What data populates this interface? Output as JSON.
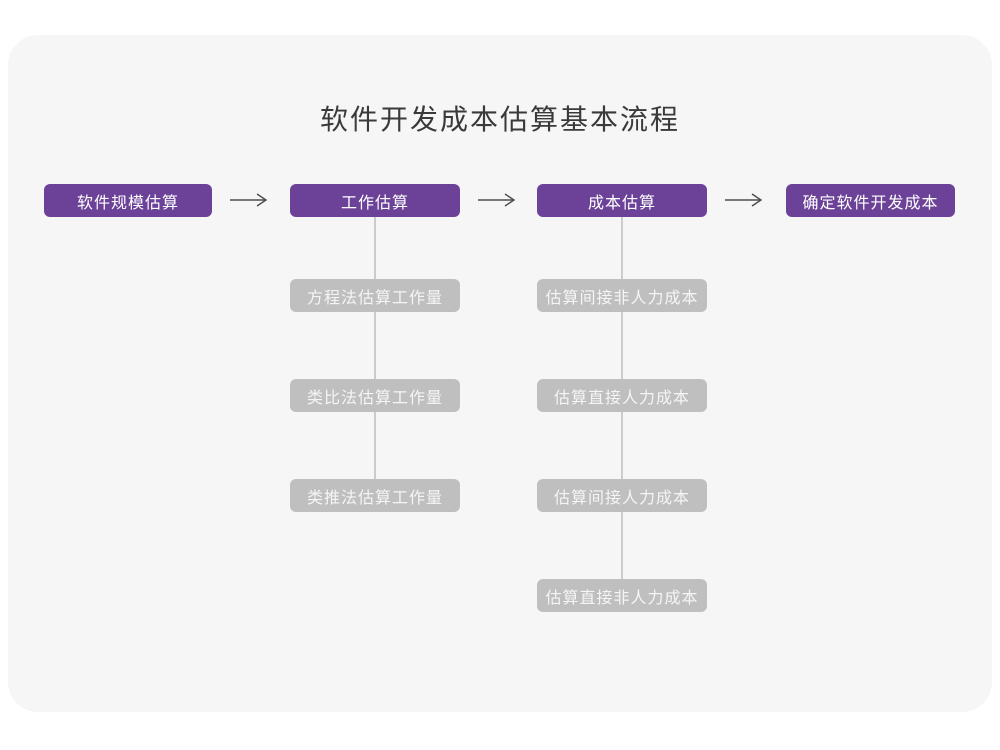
{
  "title": "软件开发成本估算基本流程",
  "flow": {
    "stages": [
      {
        "label": "软件规模估算",
        "children": []
      },
      {
        "label": "工作估算",
        "children": [
          "方程法估算工作量",
          "类比法估算工作量",
          "类推法估算工作量"
        ]
      },
      {
        "label": "成本估算",
        "children": [
          "估算间接非人力成本",
          "估算直接人力成本",
          "估算间接人力成本",
          "估算直接非人力成本"
        ]
      },
      {
        "label": "确定软件开发成本",
        "children": []
      }
    ]
  },
  "icons": {
    "stage_connector": "right-arrow-icon"
  },
  "colors": {
    "page_bg": "#FFFFFF",
    "card_bg": "#F6F6F6",
    "title_text": "#3A3A3A",
    "stage_box_bg": "#6C4298",
    "stage_box_text": "#FFFFFF",
    "sub_box_bg": "#BFBFBF",
    "sub_box_text": "#F5F5F5",
    "arrow_stroke": "#4D4D4D",
    "connector_line": "#CCCCCC"
  }
}
